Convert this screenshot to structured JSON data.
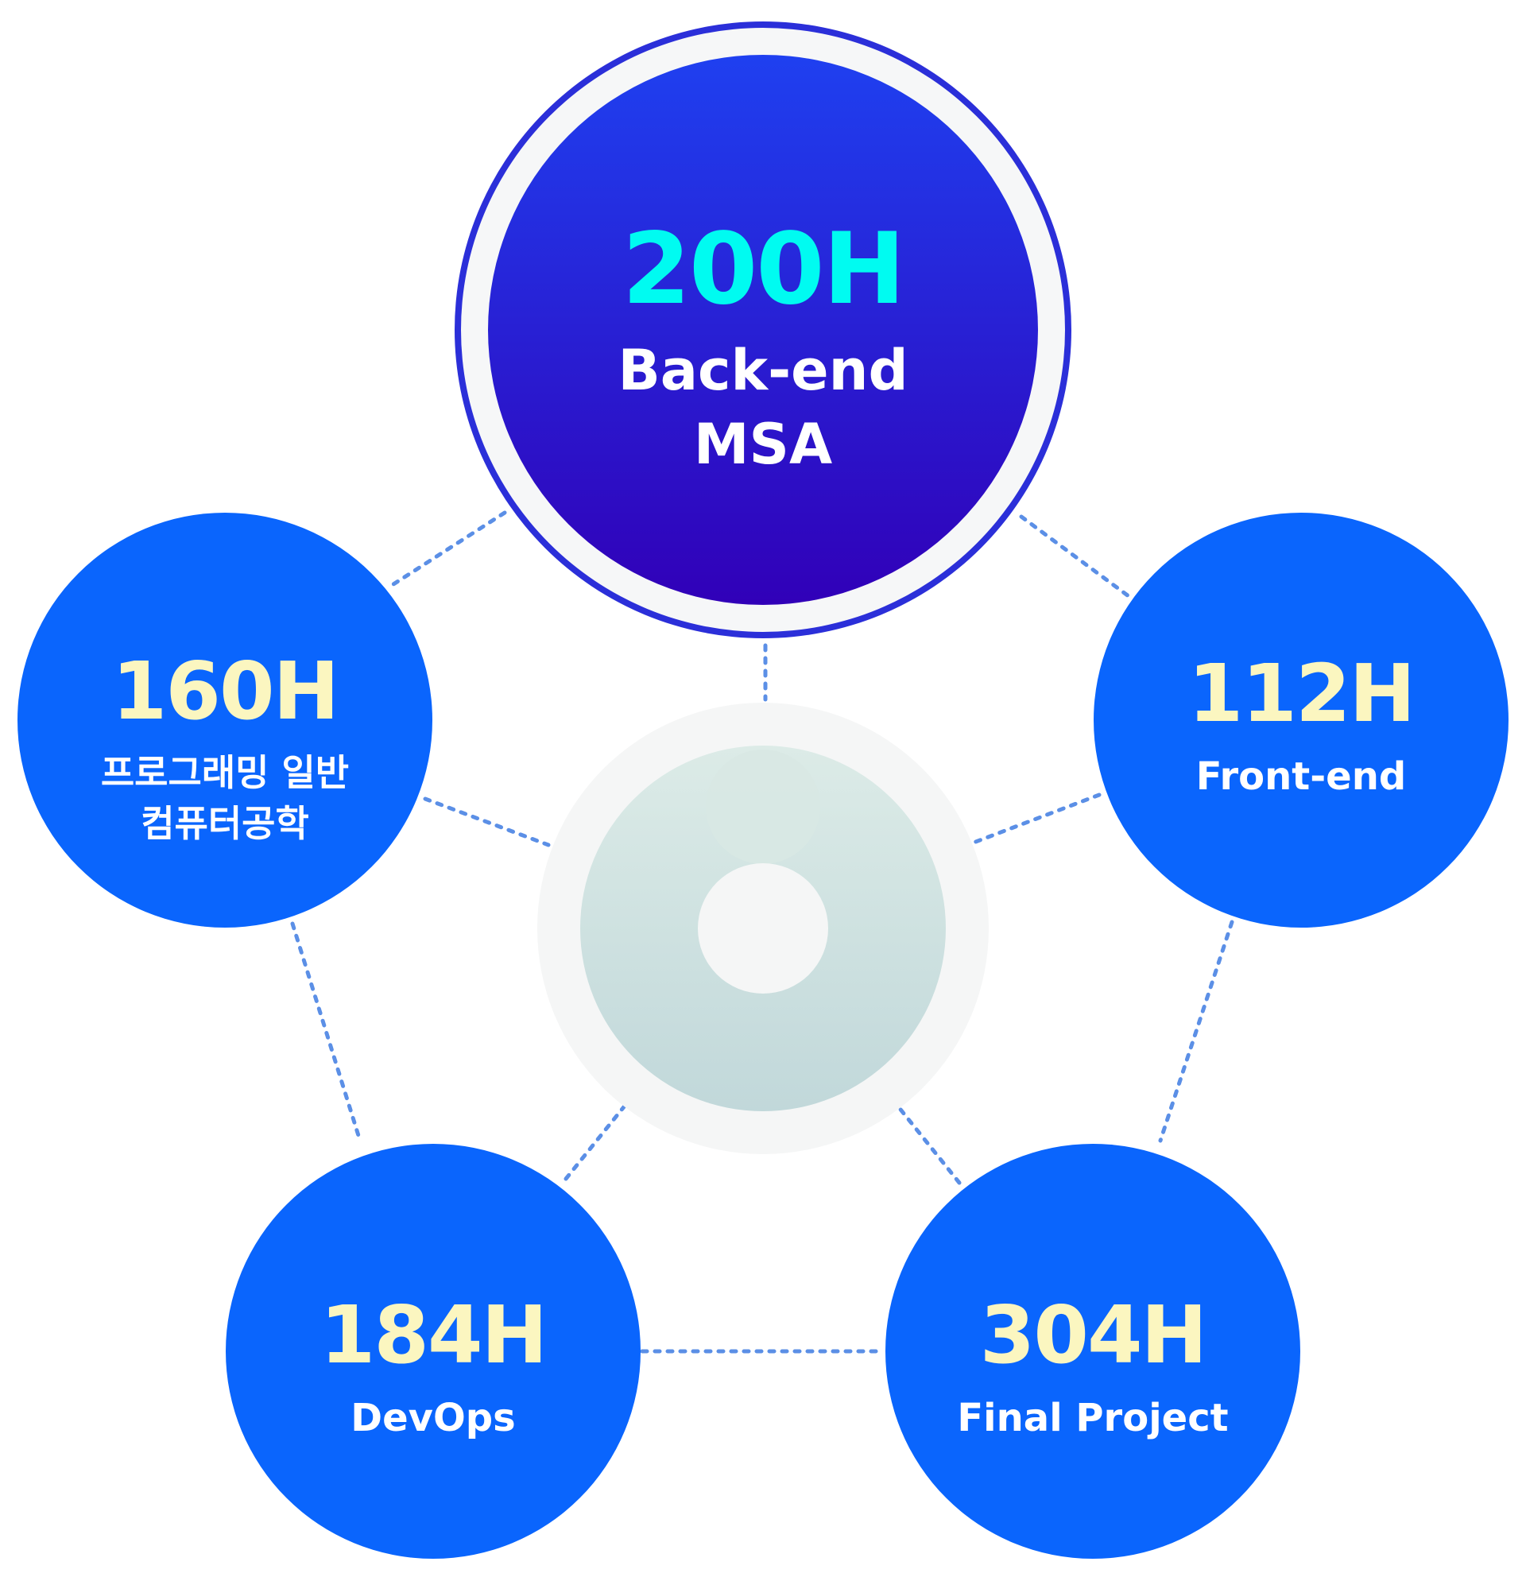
{
  "colors": {
    "node_fill": "#0a65fd",
    "hub_top": "#1f40f0",
    "hub_bottom": "#3100b8",
    "hub_ring": "#2b2fd9",
    "hub_hours": "#00fbf1",
    "node_hours": "#fbf6c0",
    "connector": "#5b8fe6",
    "center_ring": "#f5f6f6",
    "center_disc_top": "#dcebe7",
    "center_disc_bottom": "#c1d8da"
  },
  "hub": {
    "hours": "200H",
    "line1": "Back-end",
    "line2": "MSA"
  },
  "nodes": [
    {
      "id": "general",
      "hours": "160H",
      "line1": "프로그래밍 일반",
      "line2": "컴퓨터공학"
    },
    {
      "id": "frontend",
      "hours": "112H",
      "line1": "Front-end",
      "line2": ""
    },
    {
      "id": "devops",
      "hours": "184H",
      "line1": "DevOps",
      "line2": ""
    },
    {
      "id": "final",
      "hours": "304H",
      "line1": "Final Project",
      "line2": ""
    }
  ],
  "center_logo": {
    "icon": "abstract-circle-logo-icon"
  }
}
